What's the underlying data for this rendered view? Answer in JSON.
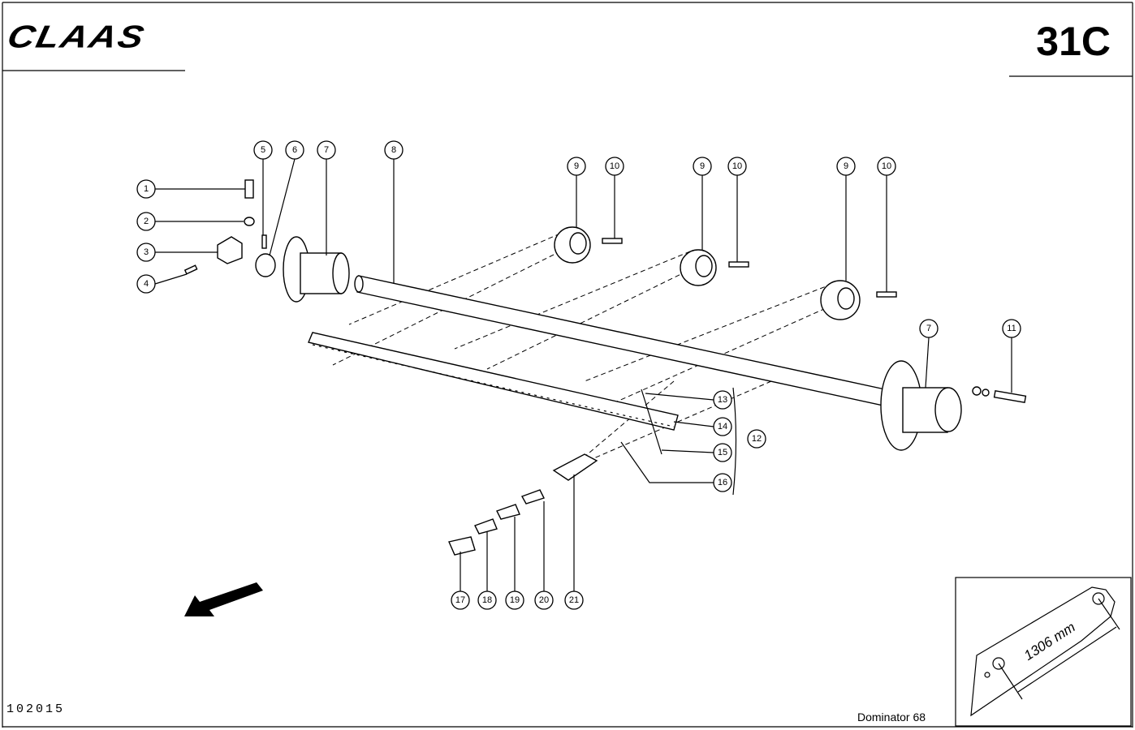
{
  "header": {
    "logo": "CLAAS",
    "page_code": "31C"
  },
  "footer": {
    "document_number": "102015",
    "model": "Dominator 68"
  },
  "inset": {
    "dimension": "1306 mm"
  },
  "callouts": [
    "1",
    "2",
    "3",
    "4",
    "5",
    "6",
    "7",
    "8",
    "9",
    "10",
    "9",
    "10",
    "9",
    "10",
    "7",
    "11",
    "13",
    "14",
    "15",
    "12",
    "16",
    "17",
    "18",
    "19",
    "20",
    "21"
  ]
}
